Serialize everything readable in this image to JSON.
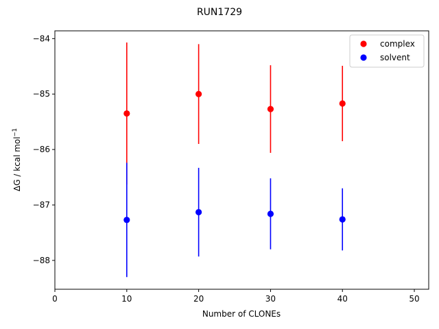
{
  "chart_data": {
    "type": "scatter",
    "title": "RUN1729",
    "xlabel": "Number of CLONEs",
    "ylabel_prefix": "ΔG / kcal mol",
    "ylabel_superscript": "−1",
    "xlim": [
      0,
      52
    ],
    "ylim": [
      -88.52,
      -83.86
    ],
    "xticks": [
      0,
      10,
      20,
      30,
      40,
      50
    ],
    "xtick_labels": [
      "0",
      "10",
      "20",
      "30",
      "40",
      "50"
    ],
    "yticks": [
      -84,
      -85,
      -86,
      -87,
      -88
    ],
    "ytick_labels": [
      "−84",
      "−85",
      "−86",
      "−87",
      "−88"
    ],
    "grid": false,
    "legend_position": "top-right",
    "series": [
      {
        "name": "complex",
        "color": "#ff0000",
        "x": [
          10,
          20,
          30,
          40
        ],
        "y": [
          -85.35,
          -85.0,
          -85.27,
          -85.17
        ],
        "yerr": [
          1.28,
          0.9,
          0.79,
          0.68
        ]
      },
      {
        "name": "solvent",
        "color": "#0000ff",
        "x": [
          10,
          20,
          30,
          40
        ],
        "y": [
          -87.27,
          -87.13,
          -87.16,
          -87.26
        ],
        "yerr": [
          1.03,
          0.8,
          0.64,
          0.56
        ]
      }
    ]
  }
}
